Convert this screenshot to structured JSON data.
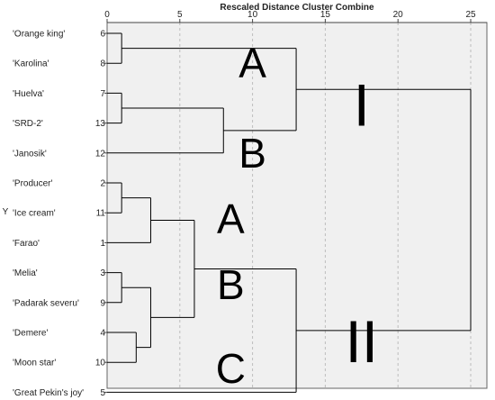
{
  "chart_data": {
    "type": "dendrogram",
    "title": "Rescaled Distance Cluster Combine",
    "ylabel": "Y",
    "x_ticks": [
      0,
      5,
      10,
      15,
      20,
      25
    ],
    "xlim": [
      0,
      25
    ],
    "grid": "vertical-dashed",
    "leaves": [
      {
        "label": "'Orange king'",
        "case": "6"
      },
      {
        "label": "'Karolina'",
        "case": "8"
      },
      {
        "label": "'Huelva'",
        "case": "7"
      },
      {
        "label": "'SRD-2'",
        "case": "13"
      },
      {
        "label": "'Janosik'",
        "case": "12"
      },
      {
        "label": "'Producer'",
        "case": "2"
      },
      {
        "label": "'Ice cream'",
        "case": "11"
      },
      {
        "label": "'Farao'",
        "case": "1"
      },
      {
        "label": "'Melia'",
        "case": "3"
      },
      {
        "label": "'Padarak severu'",
        "case": "9"
      },
      {
        "label": "'Demere'",
        "case": "4"
      },
      {
        "label": "'Moon star'",
        "case": "10"
      },
      {
        "label": "'Great Pekin's joy'",
        "case": "5"
      }
    ],
    "merges": [
      {
        "a": "L0",
        "b": "L1",
        "d": 1.0
      },
      {
        "a": "L2",
        "b": "L3",
        "d": 1.0
      },
      {
        "a": "M1",
        "b": "L4",
        "d": 8.0
      },
      {
        "a": "M0",
        "b": "M2",
        "d": 13.0
      },
      {
        "a": "L5",
        "b": "L6",
        "d": 1.0
      },
      {
        "a": "M4",
        "b": "L7",
        "d": 3.0
      },
      {
        "a": "L8",
        "b": "L9",
        "d": 1.0
      },
      {
        "a": "L10",
        "b": "L11",
        "d": 2.0
      },
      {
        "a": "M6",
        "b": "M7",
        "d": 3.0
      },
      {
        "a": "M5",
        "b": "M8",
        "d": 6.0
      },
      {
        "a": "M9",
        "b": "L12",
        "d": 13.0
      },
      {
        "a": "M3",
        "b": "M10",
        "d": 25.0
      }
    ],
    "annotations": [
      {
        "text": "A",
        "x": 10.0,
        "leaf_pos": 1.0,
        "kind": "letter"
      },
      {
        "text": "B",
        "x": 10.0,
        "leaf_pos": 4.0,
        "kind": "letter"
      },
      {
        "text": "I",
        "x": 17.5,
        "leaf_pos": 2.4,
        "kind": "roman"
      },
      {
        "text": "A",
        "x": 8.5,
        "leaf_pos": 6.2,
        "kind": "letter"
      },
      {
        "text": "B",
        "x": 8.5,
        "leaf_pos": 8.4,
        "kind": "letter"
      },
      {
        "text": "C",
        "x": 8.5,
        "leaf_pos": 11.2,
        "kind": "letter"
      },
      {
        "text": "II",
        "x": 17.5,
        "leaf_pos": 10.3,
        "kind": "roman"
      }
    ]
  }
}
